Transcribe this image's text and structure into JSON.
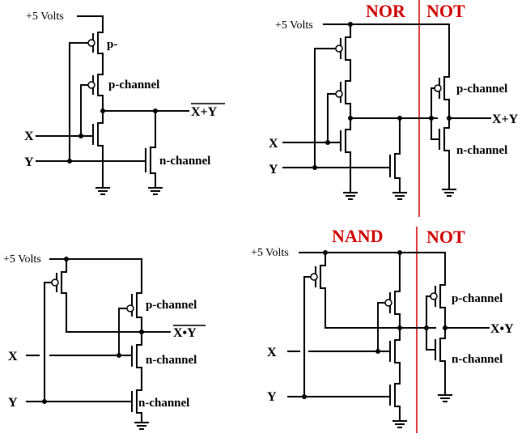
{
  "supply_label": "+5 Volts",
  "pmos_label": "p-channel",
  "pmos_label_short": "p-",
  "nmos_label": "n-channel",
  "input_x": "X",
  "input_y": "Y",
  "nor_output": "X+Y",
  "nor_output_b": "X+Y",
  "nand_output": "X•Y",
  "and_output": "X•Y",
  "gate_nor": "NOR",
  "gate_not": "NOT",
  "gate_nand": "NAND",
  "colors": {
    "wire": "#000000",
    "gate_label": "#d00000",
    "divider": "#d00000"
  }
}
